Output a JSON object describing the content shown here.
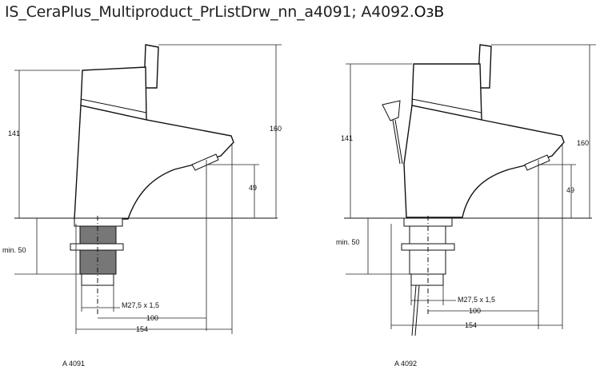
{
  "title": {
    "main": "IS_CeraPlus_Multiproduct_PrListDrw_nn_a4091; A4092.",
    "suffix": "ОзВ"
  },
  "left_drawing": {
    "dim_height_body": "141",
    "dim_height_total": "160",
    "dim_spout_height": "49",
    "dim_min": "min. 50",
    "dim_thread": "M27,5 x 1,5",
    "dim_100": "100",
    "dim_154": "154",
    "caption": "A 4091"
  },
  "right_drawing": {
    "dim_height_body": "141",
    "dim_height_total": "160",
    "dim_spout_height": "49",
    "dim_min": "min. 50",
    "dim_thread": "M27,5 x 1,5",
    "dim_100": "100",
    "dim_154": "154",
    "caption": "A 4092"
  }
}
